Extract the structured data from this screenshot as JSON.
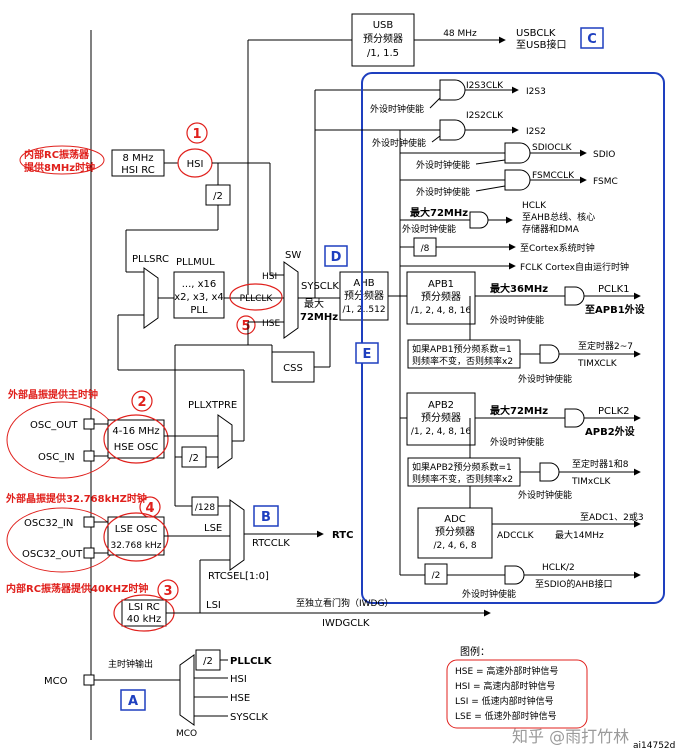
{
  "blocks": {
    "usb": [
      "USB",
      "预分频器",
      "/1, 1.5"
    ],
    "usb_freq": "48 MHz",
    "usbclk": "USBCLK",
    "usbclk_desc": "至USB接口",
    "hsi_rc": [
      "8 MHz",
      "HSI RC"
    ],
    "hsi": "HSI",
    "div2_a": "/2",
    "pllsrc": "PLLSRC",
    "pllmul": "PLLMUL",
    "pll": [
      "..., x16",
      "x2, x3, x4",
      "PLL"
    ],
    "pllclk": "PLLCLK",
    "sw": "SW",
    "sw_hsi": "HSI",
    "sw_hse": "HSE",
    "sysclk": "SYSCLK",
    "max72": [
      "最大",
      "72MHz"
    ],
    "ahb": [
      "AHB",
      "预分频器",
      "/1, 2..512"
    ],
    "css": "CSS",
    "pllxtpre": "PLLXTPRE",
    "hse_osc": [
      "4-16 MHz",
      "HSE OSC"
    ],
    "osc_out": "OSC_OUT",
    "osc_in": "OSC_IN",
    "div2_b": "/2",
    "div128": "/128",
    "lse_osc": [
      "LSE OSC",
      "32.768 kHz"
    ],
    "osc32_in": "OSC32_IN",
    "osc32_out": "OSC32_OUT",
    "lse": "LSE",
    "rtcclk": "RTCCLK",
    "rtc": "RTC",
    "rtcsel": "RTCSEL[1:0]",
    "lsi_rc": [
      "LSI RC",
      "40 kHz"
    ],
    "lsi": "LSI",
    "iwdg_desc": "至独立看门狗（IWDG）",
    "iwdgclk": "IWDGCLK",
    "mco": "MCO",
    "mco_desc": "主时钟输出",
    "mco_div2": "/2",
    "mco_sources": [
      "PLLCLK",
      "HSI",
      "HSE",
      "SYSCLK"
    ],
    "mco_mux": "MCO"
  },
  "peripherals": {
    "i2s3clk": "I2S3CLK",
    "i2s3": "I2S3",
    "i2s2clk": "I2S2CLK",
    "i2s2": "I2S2",
    "enable": "外设时钟使能",
    "sdioclk": "SDIOCLK",
    "sdio": "SDIO",
    "fsmcclk": "FSMCCLK",
    "fsmc": "FSMC",
    "max72": "最大72MHz",
    "hclk": [
      "HCLK",
      "至AHB总线、核心",
      "存储器和DMA"
    ],
    "div8": "/8",
    "cortex": "至Cortex系统时钟",
    "fclk": "FCLK Cortex自由运行时钟",
    "apb1": [
      "APB1",
      "预分频器",
      "/1, 2, 4, 8, 16"
    ],
    "max36": "最大36MHz",
    "pclk1": "PCLK1",
    "apb1_dest": "至APB1外设",
    "tim_note1": [
      "如果APB1预分频系数=1",
      "则频率不变，否则频率x2"
    ],
    "timer27": "至定时器2~7",
    "timxclk1": "TIMXCLK",
    "apb2": [
      "APB2",
      "预分频器",
      "/1, 2, 4, 8, 16"
    ],
    "max72b": "最大72MHz",
    "pclk2": "PCLK2",
    "apb2_dest": "APB2外设",
    "tim_note2": [
      "如果APB2预分频系数=1",
      "则频率不变，否则频率x2"
    ],
    "timer18": "至定时器1和8",
    "timxclk2": "TIMxCLK",
    "adc": [
      "ADC",
      "预分频器",
      "/2, 4, 6, 8"
    ],
    "adc_dest": "至ADC1、2或3",
    "adcclk": "ADCCLK",
    "adc_max": "最大14MHz",
    "div2_sdio": "/2",
    "hclk2": "HCLK/2",
    "sdio_ahb": "至SDIO的AHB接口"
  },
  "annotations": {
    "hsi_note": [
      "内部RC振荡器",
      "提供8MHz时钟"
    ],
    "hse_note": "外部晶振提供主时钟",
    "lse_note": "外部晶振提供32.768kHZ时钟",
    "lsi_note": "内部RC振荡器提供40KHZ时钟",
    "num1": "1",
    "num2": "2",
    "num3": "3",
    "num4": "4",
    "num5": "5",
    "label_a": "A",
    "label_b": "B",
    "label_c": "C",
    "label_d": "D",
    "label_e": "E"
  },
  "legend": {
    "title": "图例：",
    "items": [
      "HSE = 高速外部时钟信号",
      "HSI = 高速内部时钟信号",
      "LSI = 低速内部时钟信号",
      "LSE = 低速外部时钟信号"
    ]
  },
  "footer": {
    "watermark": "知乎 @雨打竹林",
    "ref": "ai14752d"
  },
  "colors": {
    "red": "#e0201c",
    "blue": "#1e3fbf",
    "black": "#000000"
  }
}
